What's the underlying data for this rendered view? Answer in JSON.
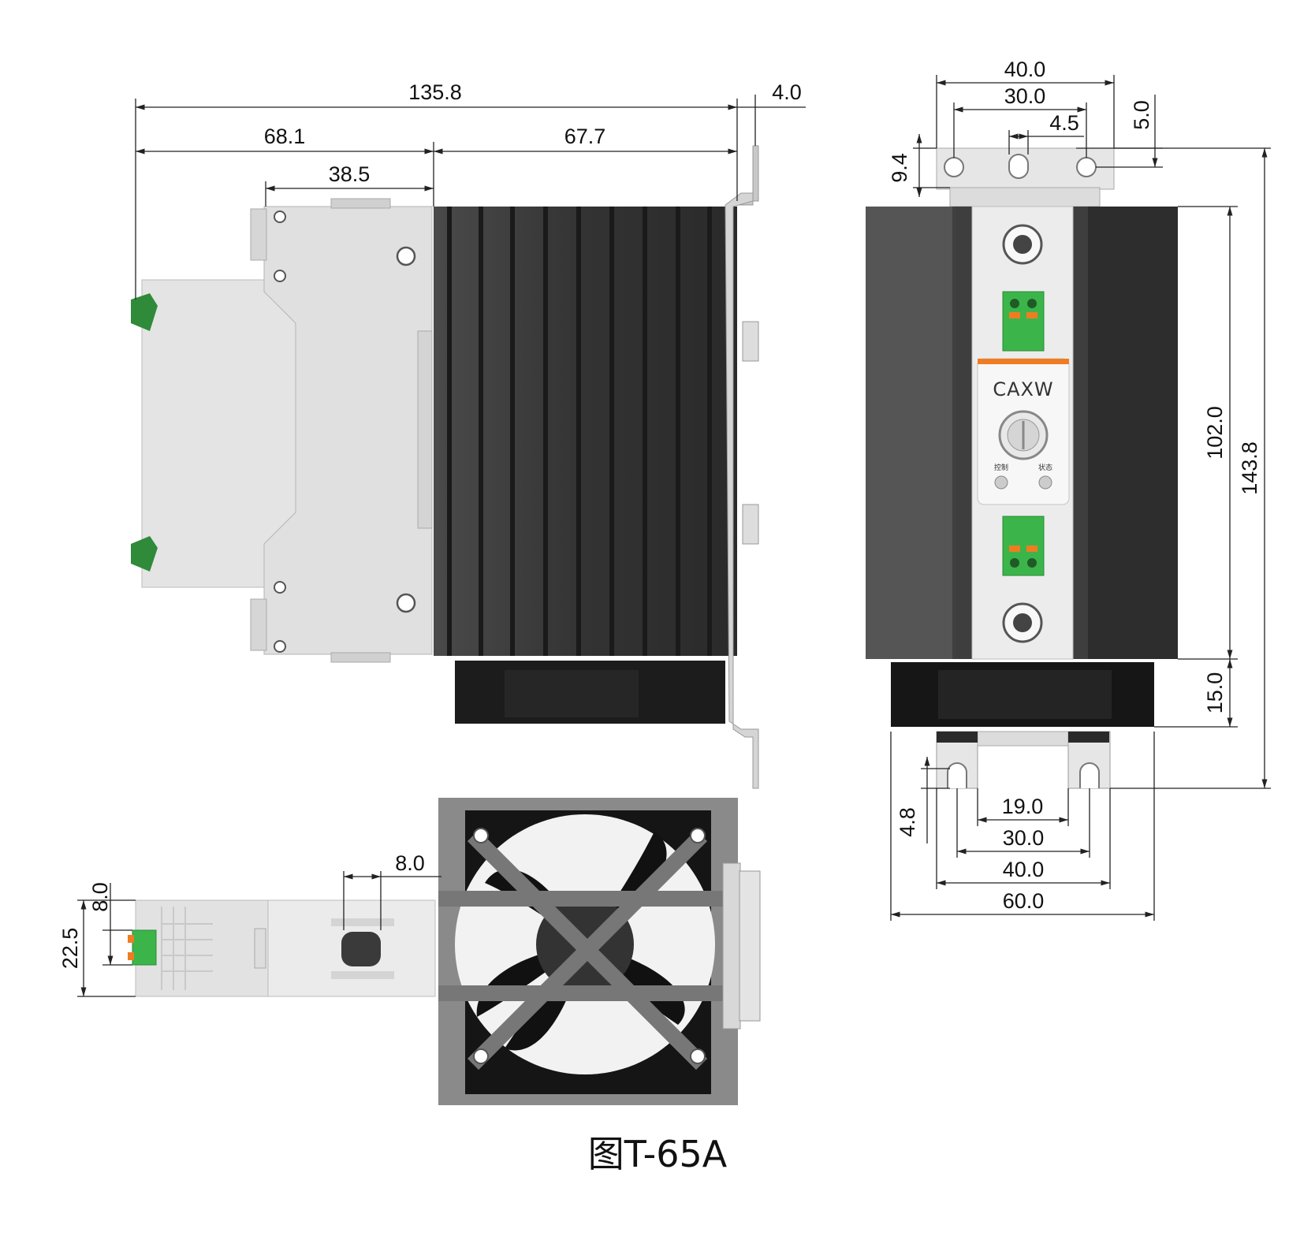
{
  "figure_caption": "图T-65A",
  "brand_logo": "CAXW",
  "panel_labels": {
    "control": "控制",
    "status": "状态"
  },
  "dimensions": {
    "side": {
      "total_length": "135.8",
      "rail_offset": "4.0",
      "left_part": "68.1",
      "heatsink": "67.7",
      "module_top": "38.5"
    },
    "front": {
      "top_outer": "40.0",
      "top_inner": "30.0",
      "slot_width": "4.5",
      "slot_height": "5.0",
      "tab_height": "9.4",
      "body_height": "102.0",
      "fan_height": "15.0",
      "total_height": "143.8",
      "bottom_slot": "4.8",
      "bottom_19": "19.0",
      "bottom_30": "30.0",
      "bottom_40": "40.0",
      "bottom_60": "60.0"
    },
    "bottom": {
      "terminal_width": "8.0",
      "terminal_offset": "8.0",
      "body_width": "22.5"
    }
  },
  "colors": {
    "heatsink": "#3a3a3a",
    "module_body": "#e2e2e2",
    "terminal_green": "#3bb54a",
    "accent_orange": "#f07c22",
    "fan_black": "#151515"
  }
}
